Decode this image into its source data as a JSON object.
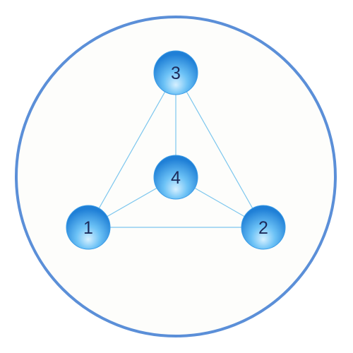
{
  "diagram": {
    "type": "graph",
    "nodes": [
      {
        "id": "n1",
        "label": "1"
      },
      {
        "id": "n2",
        "label": "2"
      },
      {
        "id": "n3",
        "label": "3"
      },
      {
        "id": "n4",
        "label": "4"
      }
    ],
    "edges": [
      {
        "from": "1",
        "to": "2"
      },
      {
        "from": "1",
        "to": "3"
      },
      {
        "from": "2",
        "to": "3"
      },
      {
        "from": "1",
        "to": "4"
      },
      {
        "from": "2",
        "to": "4"
      },
      {
        "from": "3",
        "to": "4"
      }
    ],
    "colors": {
      "outer_circle_stroke": "#5b8fd8",
      "outer_circle_fill": "#fdfdfb",
      "edge": "#7cc6ee",
      "node_light": "#d6f0ff",
      "node_mid": "#4aaeef",
      "node_dark": "#1f7fd6",
      "label": "#1d2a5a"
    }
  }
}
